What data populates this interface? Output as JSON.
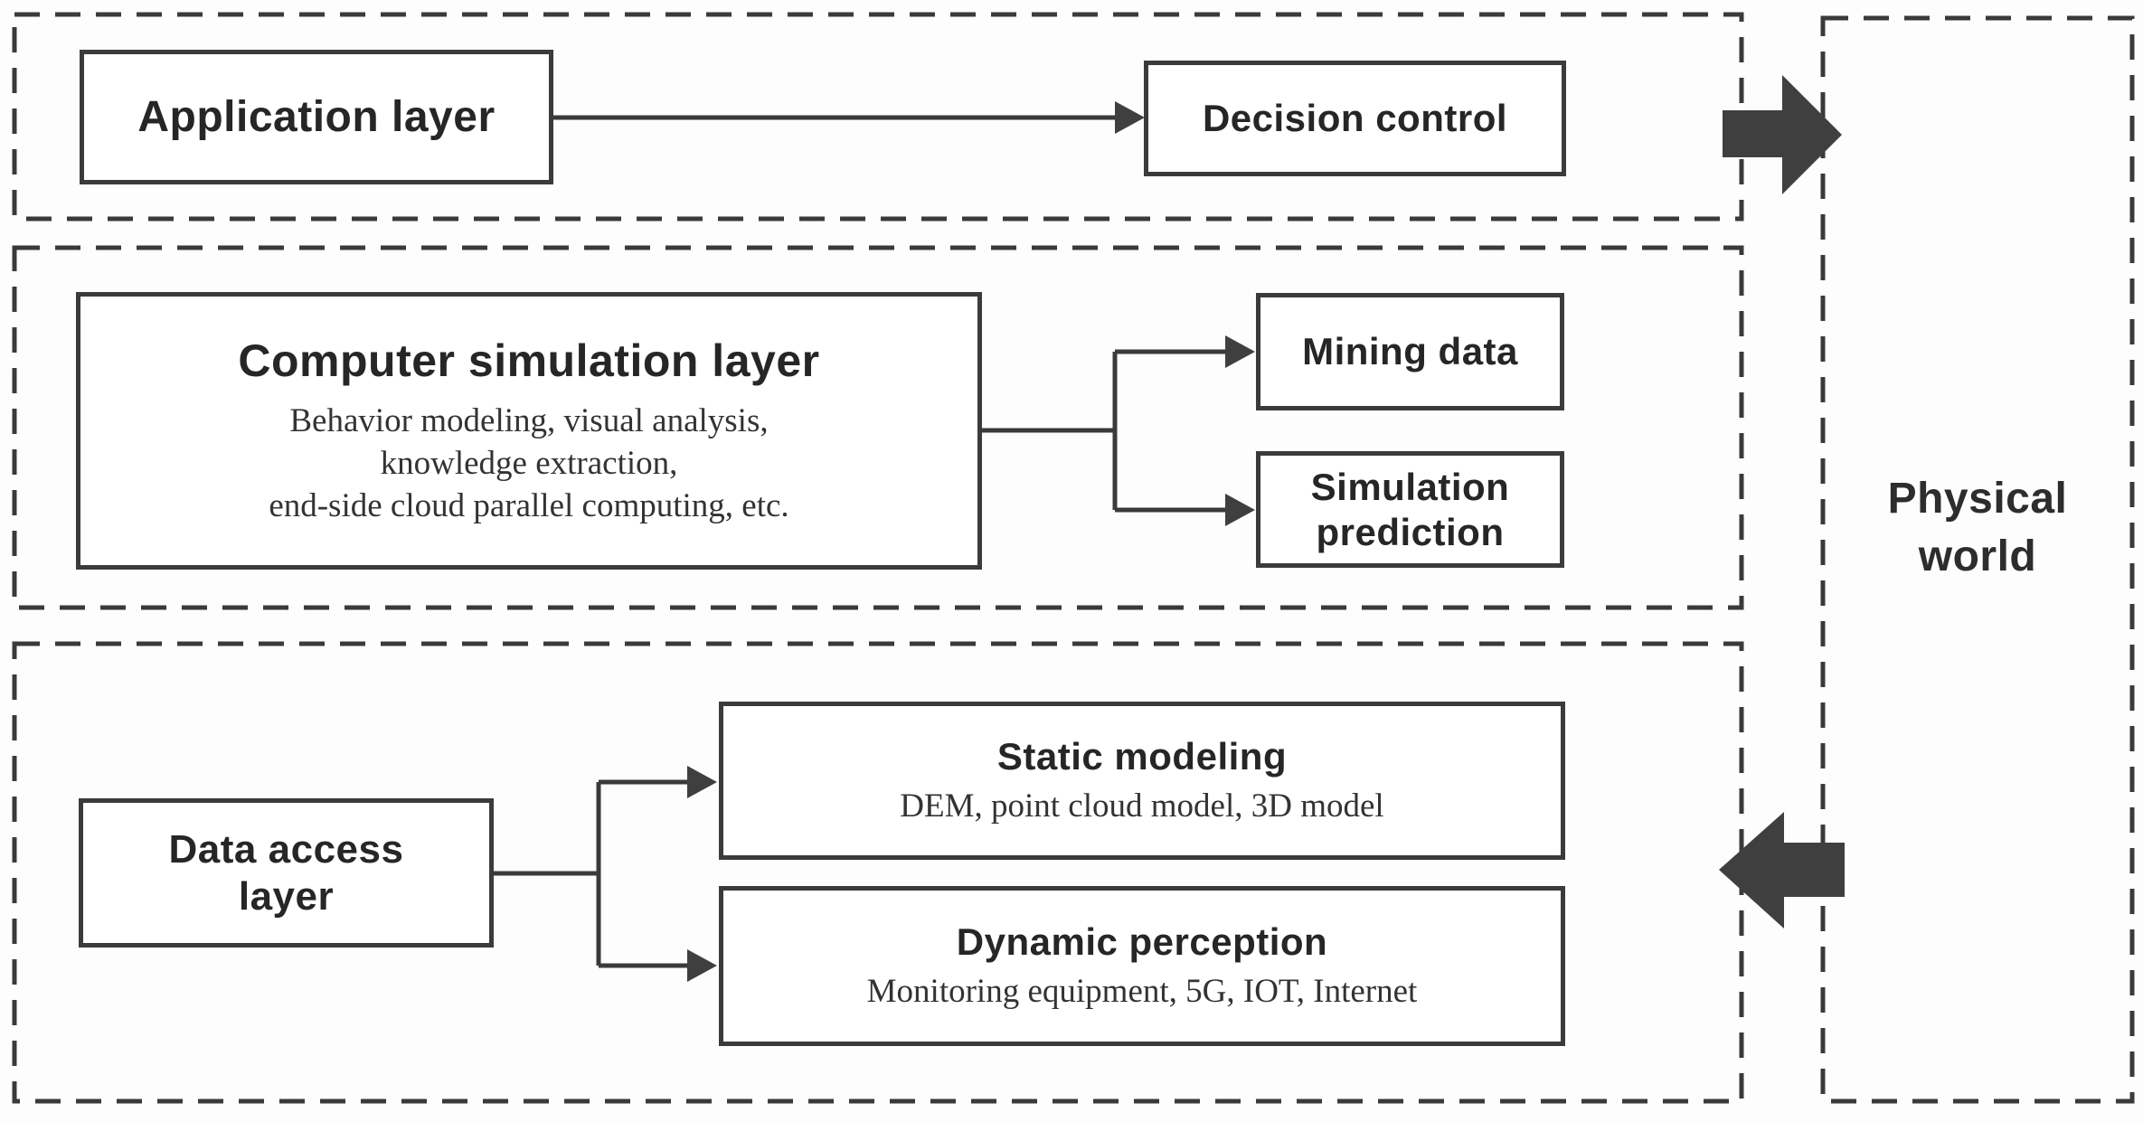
{
  "colors": {
    "stroke": "#3a3a3a",
    "arrow_fill": "#3f3f3f",
    "text": "#262626",
    "background": "#fdfdfd"
  },
  "layers": {
    "application": {
      "title": "Application layer"
    },
    "decision_control": {
      "title": "Decision control"
    },
    "computer_simulation": {
      "title": "Computer simulation layer",
      "subtitle_line1": "Behavior modeling, visual analysis,",
      "subtitle_line2": "knowledge extraction,",
      "subtitle_line3": "end-side cloud parallel computing, etc."
    },
    "mining_data": {
      "title": "Mining data"
    },
    "simulation_prediction": {
      "title_line1": "Simulation",
      "title_line2": "prediction"
    },
    "data_access": {
      "title_line1": "Data access",
      "title_line2": "layer"
    },
    "static_modeling": {
      "title": "Static modeling",
      "subtitle": "DEM, point cloud model, 3D model"
    },
    "dynamic_perception": {
      "title": "Dynamic perception",
      "subtitle": "Monitoring equipment, 5G, IOT, Internet"
    },
    "physical_world": {
      "title_line1": "Physical",
      "title_line2": "world"
    }
  }
}
